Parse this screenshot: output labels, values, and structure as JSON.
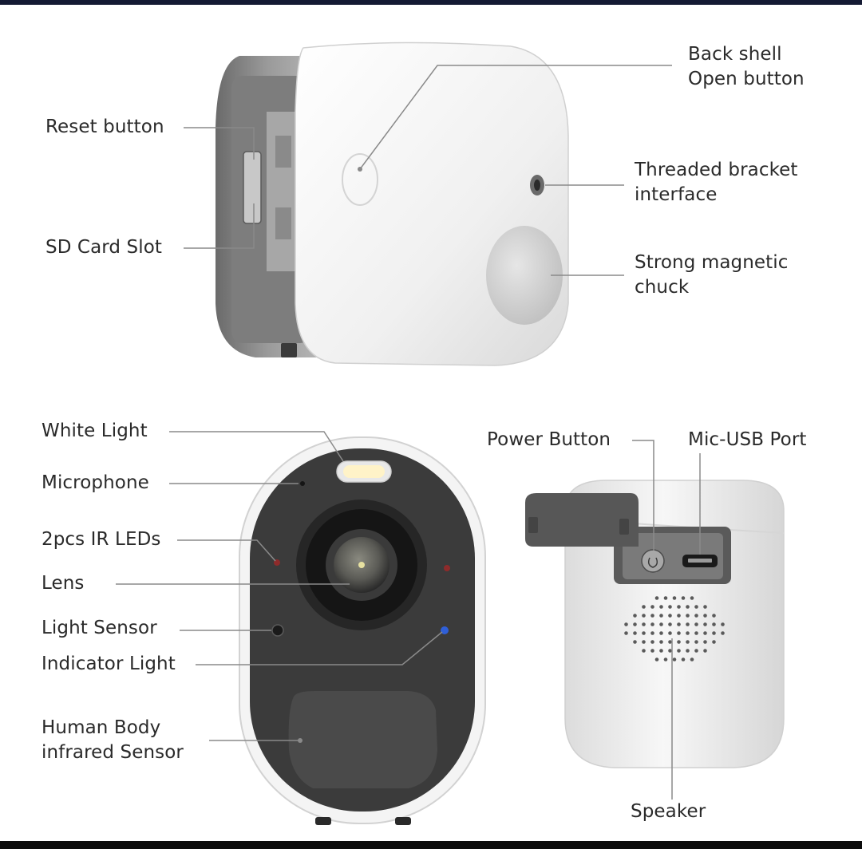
{
  "labels": {
    "back_shell_1": "Back shell",
    "back_shell_2": "Open button",
    "reset_button": "Reset button",
    "threaded_1": "Threaded bracket",
    "threaded_2": "interface",
    "sd_card_slot": "SD Card Slot",
    "magnetic_1": "Strong magnetic",
    "magnetic_2": "chuck",
    "white_light": "White Light",
    "microphone": "Microphone",
    "ir_leds": "2pcs IR LEDs",
    "lens": "Lens",
    "light_sensor": "Light Sensor",
    "indicator_light": "Indicator Light",
    "pir_1": "Human Body",
    "pir_2": "infrared Sensor",
    "power_button": "Power Button",
    "usb_port": "Mic-USB Port",
    "speaker": "Speaker"
  },
  "colors": {
    "background": "#ffffff",
    "top_bar": "#141a33",
    "bottom_bar": "#0b0b0b",
    "label_text": "#2a2a2a",
    "leader_line": "#8a8a8a",
    "camera_white": "#f2f2f2",
    "camera_face": "#3a3a3a",
    "indicator": "#2f5fd8",
    "ir_led": "#b03030"
  }
}
